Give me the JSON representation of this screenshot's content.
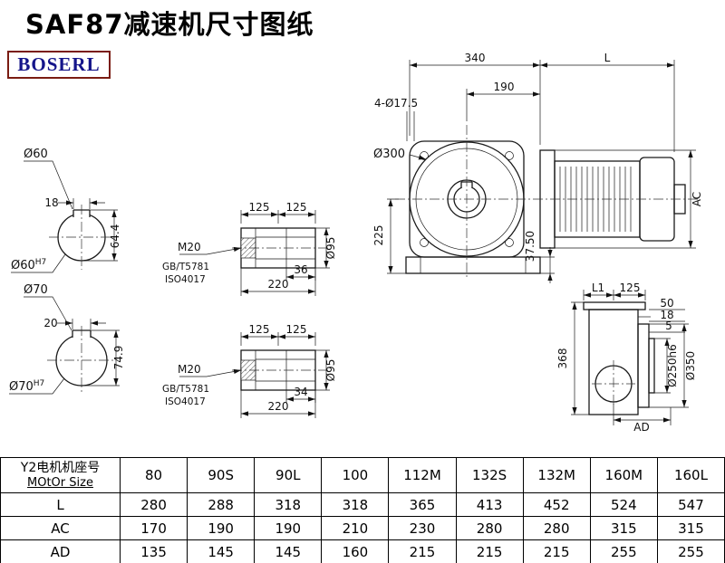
{
  "page": {
    "title": "SAF87减速机尺寸图纸",
    "logo": "BOSERL",
    "colors": {
      "logo_border": "#7a1c12",
      "logo_text": "#15158a",
      "line": "#1a1a1a"
    }
  },
  "views": {
    "shaft_end_top": {
      "label": "Ø60",
      "keyway_width": "18",
      "height": "64.4",
      "bore": "Ø60",
      "bore_tol": "H7"
    },
    "shaft_end_bottom": {
      "label": "Ø70",
      "keyway_width": "20",
      "height": "74.9",
      "bore": "Ø70",
      "bore_tol": "H7"
    },
    "shaft_detail_top": {
      "dim_125_left": "125",
      "dim_125_right": "125",
      "thread": "M20",
      "std1": "GB/T5781",
      "std2": "ISO4017",
      "dim_inner": "36",
      "dim_total": "220",
      "diameter": "Ø95"
    },
    "shaft_detail_bottom": {
      "dim_125_left": "125",
      "dim_125_right": "125",
      "thread": "M20",
      "std1": "GB/T5781",
      "std2": "ISO4017",
      "dim_inner": "34",
      "dim_total": "220",
      "diameter": "Ø95"
    },
    "front_view": {
      "dim_width": "340",
      "dim_motor_length": "L",
      "dim_190": "190",
      "holes": "4-Ø17.5",
      "flange_dia": "Ø300",
      "dim_225": "225",
      "dim_foot": "37.50",
      "dim_ac": "AC"
    },
    "side_view": {
      "dim_l1": "L1",
      "dim_125": "125",
      "dim_50": "50",
      "dim_18": "18",
      "dim_5": "5",
      "dim_368": "368",
      "spigot_dia": "Ø250h6",
      "flange_dia": "Ø350",
      "dim_ad": "AD"
    }
  },
  "table": {
    "header_cn": "Y2电机机座号",
    "header_en": "MOtOr Size",
    "sizes": [
      "80",
      "90S",
      "90L",
      "100",
      "112M",
      "132S",
      "132M",
      "160M",
      "160L"
    ],
    "rows": [
      {
        "label": "L",
        "values": [
          "280",
          "288",
          "318",
          "318",
          "365",
          "413",
          "452",
          "524",
          "547"
        ]
      },
      {
        "label": "AC",
        "values": [
          "170",
          "190",
          "190",
          "210",
          "230",
          "280",
          "280",
          "315",
          "315"
        ]
      },
      {
        "label": "AD",
        "values": [
          "135",
          "145",
          "145",
          "160",
          "215",
          "215",
          "215",
          "255",
          "255"
        ]
      }
    ]
  }
}
